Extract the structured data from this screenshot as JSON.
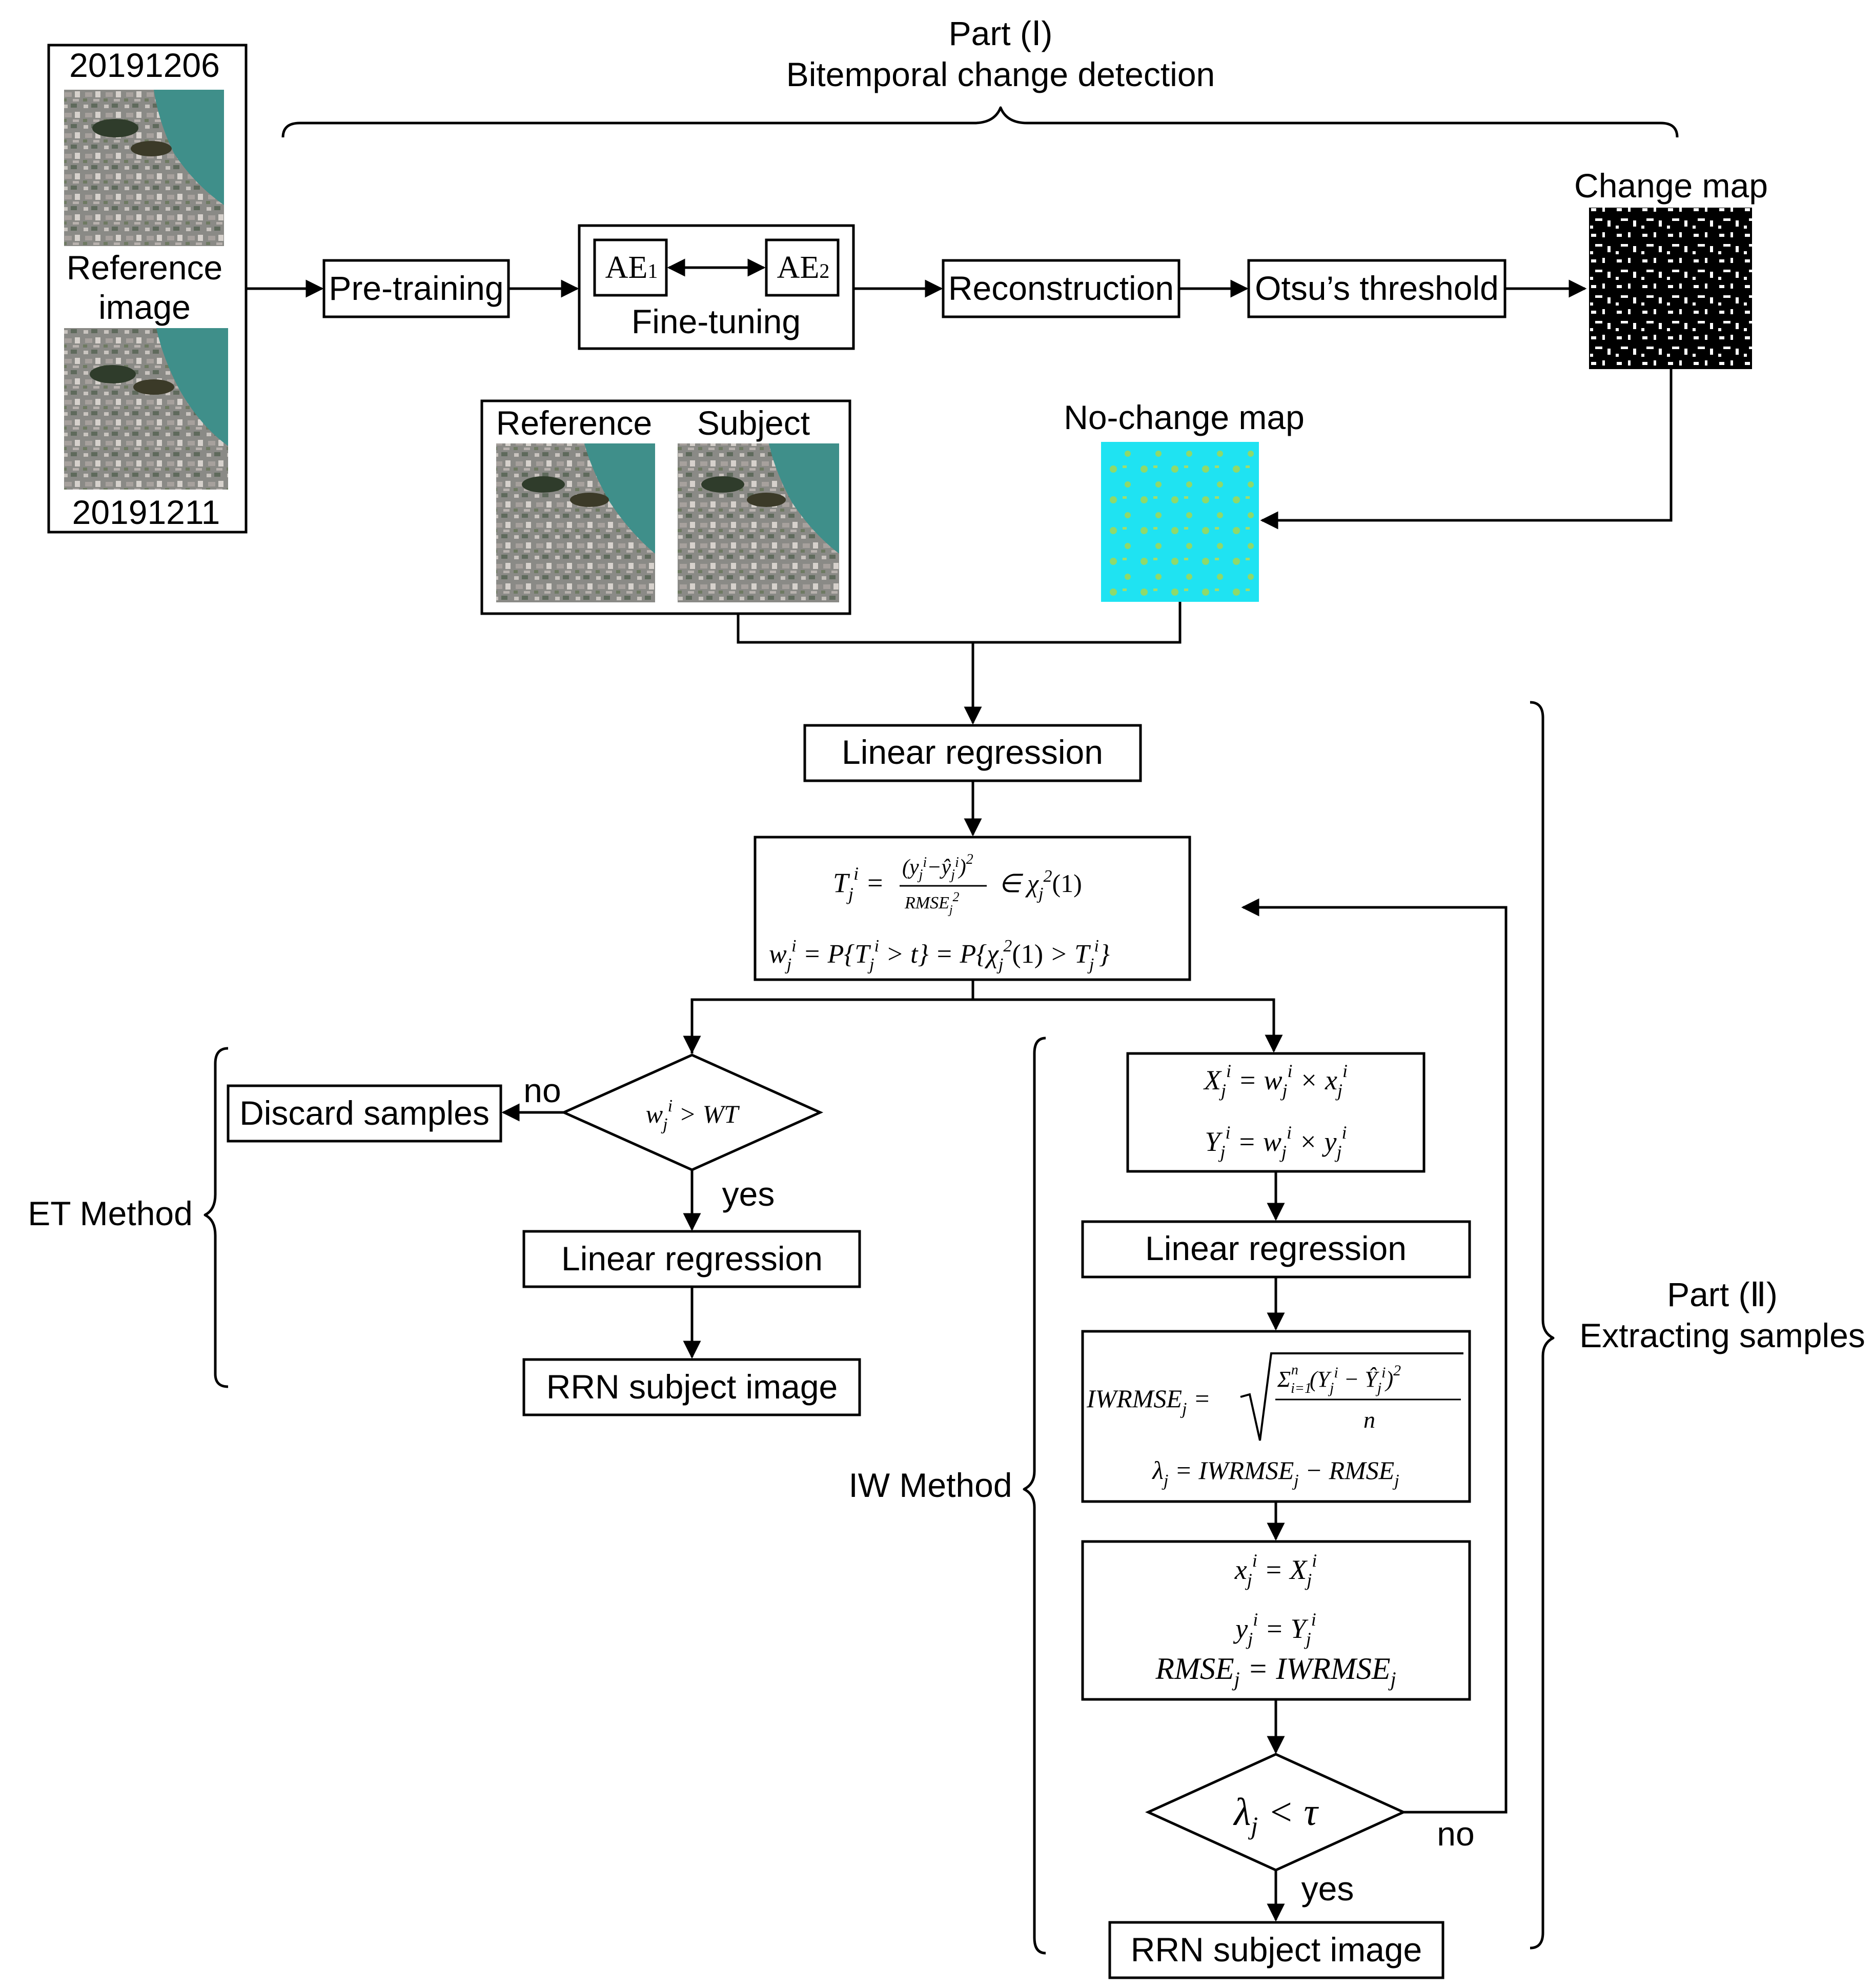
{
  "part1": {
    "title": "Part (Ⅰ)",
    "subtitle": "Bitemporal change detection"
  },
  "part2": {
    "title": "Part (Ⅱ)",
    "subtitle": "Extracting samples"
  },
  "input": {
    "date_top": "20191206",
    "label_line1": "Reference",
    "label_line2": "image",
    "date_bottom": "20191211"
  },
  "steps": {
    "pretraining": "Pre-training",
    "ae1": "AE",
    "ae1_sub": "1",
    "ae2": "AE",
    "ae2_sub": "2",
    "finetuning": "Fine-tuning",
    "reconstruction": "Reconstruction",
    "otsu": "Otsu’s threshold",
    "change_map": "Change map",
    "reference": "Reference",
    "subject": "Subject",
    "nochange_map": "No-change map",
    "linear_regression": "Linear regression"
  },
  "et_method": {
    "label": "ET Method",
    "discard": "Discard samples",
    "no": "no",
    "yes": "yes",
    "condition": "w_j^i > WT",
    "linear_regression": "Linear regression",
    "rrn": "RRN subject image"
  },
  "iw_method": {
    "label": "IW Method",
    "weight_eq1": "X_j^i = w_j^i × x_j^i",
    "weight_eq2": "Y_j^i = w_j^i × y_j^i",
    "linear_regression": "Linear regression",
    "iwrmse_eq": "IWRMSE_j = sqrt( Σ_{i=1}^n (Y_j^i − Ŷ_j^i)^2 / n )",
    "lambda_eq": "λ_j = IWRMSE_j − RMSE_j",
    "update_eq1": "x_j^i = X_j^i",
    "update_eq2": "y_j^i = Y_j^i",
    "update_eq3": "RMSE_j = IWRMSE_j",
    "condition": "λ_j < τ",
    "no": "no",
    "yes": "yes",
    "rrn": "RRN subject image"
  },
  "test_box": {
    "eq1": "T_j^i = (y_j^i − ŷ_j^i)^2 / RMSE_j^2 ∈ χ_j^2(1)",
    "eq2": "w_j^i = P{T_j^i > t} = P{χ_j^2(1) > T_j^i}"
  },
  "colors": {
    "water": "#3f8f8a",
    "nochange_bg": "#1fe3f2",
    "nochange_patch": "#8fd96b"
  }
}
